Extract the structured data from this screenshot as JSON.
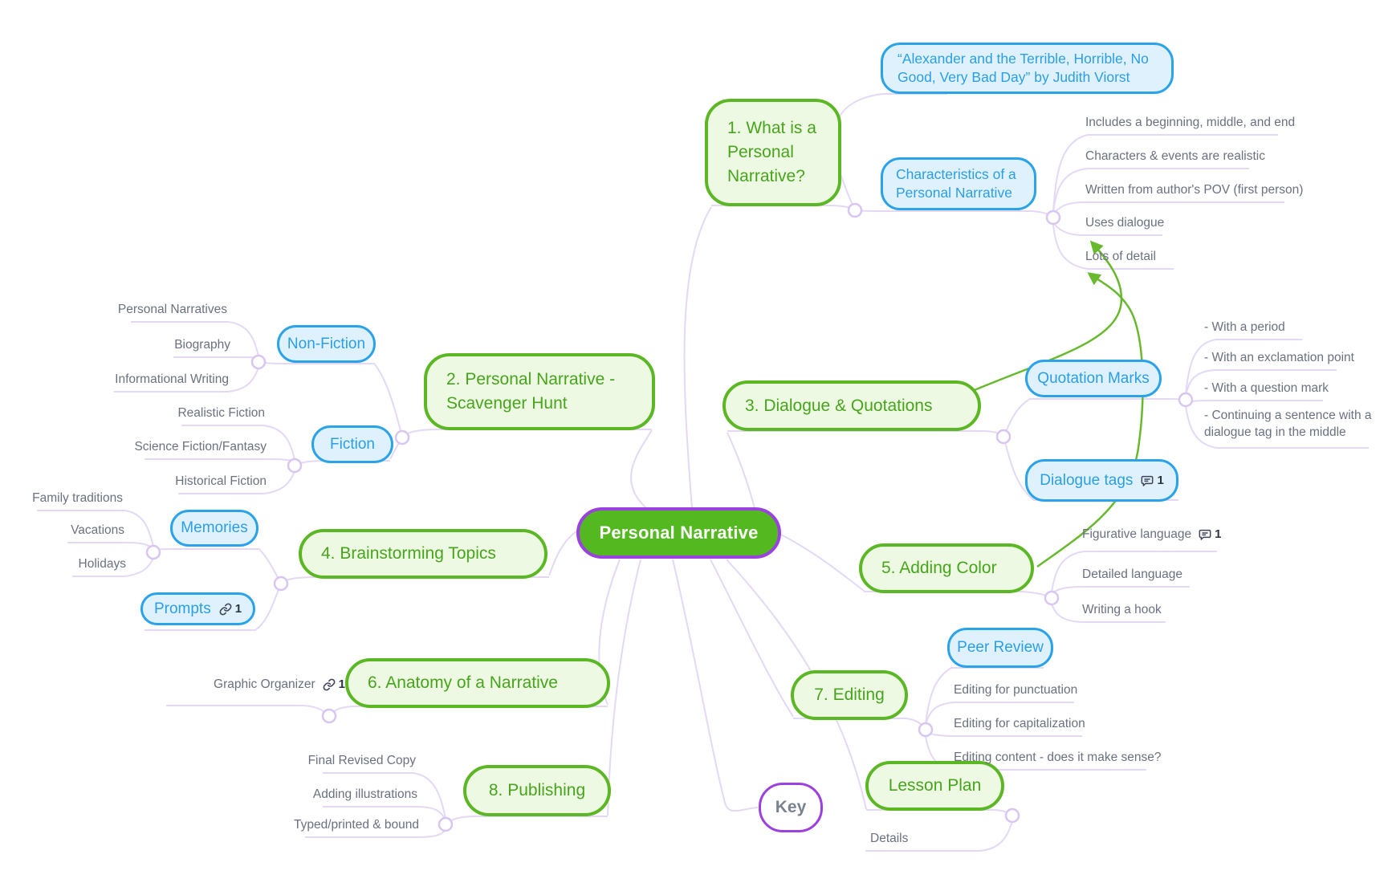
{
  "root": {
    "label": "Personal Narrative"
  },
  "key_node": {
    "label": "Key"
  },
  "colors": {
    "center_fill": "#54b921",
    "center_border": "#9a41e0",
    "topic_fill": "#eef9e3",
    "topic_border": "#5bb723",
    "topic_text": "#47a51b",
    "sub_fill": "#def1fc",
    "sub_border": "#2aa3e9",
    "sub_text": "#2b9fe6",
    "leaf_text": "#6a7180",
    "connector": "#e4d8f5",
    "relation_arrow": "#68b92e"
  },
  "topic1": {
    "label": "1. What is a Personal Narrative?",
    "children": {
      "book": {
        "label": "“Alexander and the Terrible, Horrible, No Good, Very Bad Day” by Judith Viorst"
      },
      "characteristics": {
        "label": "Characteristics of a Personal Narrative",
        "items": [
          "Includes a beginning, middle, and end",
          "Characters & events are realistic",
          "Written from author's POV (first person)",
          "Uses dialogue",
          "Lots of detail"
        ]
      }
    }
  },
  "topic2": {
    "label": "2. Personal Narrative - Scavenger Hunt",
    "children": {
      "nonfiction": {
        "label": "Non-Fiction",
        "items": [
          "Personal Narratives",
          "Biography",
          "Informational Writing"
        ]
      },
      "fiction": {
        "label": "Fiction",
        "items": [
          "Realistic Fiction",
          "Science Fiction/Fantasy",
          "Historical Fiction"
        ]
      }
    }
  },
  "topic3": {
    "label": "3. Dialogue & Quotations",
    "children": {
      "quotation_marks": {
        "label": "Quotation Marks",
        "items": [
          "- With a period",
          "- With an exclamation point",
          "- With a question mark",
          "- Continuing a sentence with a dialogue tag in the middle"
        ]
      },
      "dialogue_tags": {
        "label": "Dialogue tags",
        "comment_count": "1"
      }
    }
  },
  "topic4": {
    "label": "4. Brainstorming Topics",
    "children": {
      "memories": {
        "label": "Memories",
        "items": [
          "Family traditions",
          "Vacations",
          "Holidays"
        ]
      },
      "prompts": {
        "label": "Prompts",
        "link_count": "1"
      }
    }
  },
  "topic5": {
    "label": "5. Adding Color",
    "items": [
      {
        "label": "Figurative language",
        "comment_count": "1"
      },
      {
        "label": "Detailed language"
      },
      {
        "label": "Writing a hook"
      }
    ]
  },
  "topic6": {
    "label": "6. Anatomy of a Narrative",
    "items": [
      {
        "label": "Graphic Organizer",
        "link_count": "1"
      }
    ]
  },
  "topic7": {
    "label": "7. Editing",
    "children": {
      "peer_review": {
        "label": "Peer Review"
      }
    },
    "items": [
      "Editing for punctuation",
      "Editing for capitalization",
      "Editing content - does it make sense?"
    ]
  },
  "topic8": {
    "label": "8. Publishing",
    "items": [
      "Final Revised Copy",
      "Adding illustrations",
      "Typed/printed & bound"
    ]
  },
  "lesson_plan": {
    "label": "Lesson Plan",
    "items": [
      "Details"
    ]
  },
  "relations": [
    {
      "from": "3. Dialogue & Quotations",
      "to": "Uses dialogue"
    },
    {
      "from": "5. Adding Color",
      "to": "Lots of detail"
    }
  ]
}
